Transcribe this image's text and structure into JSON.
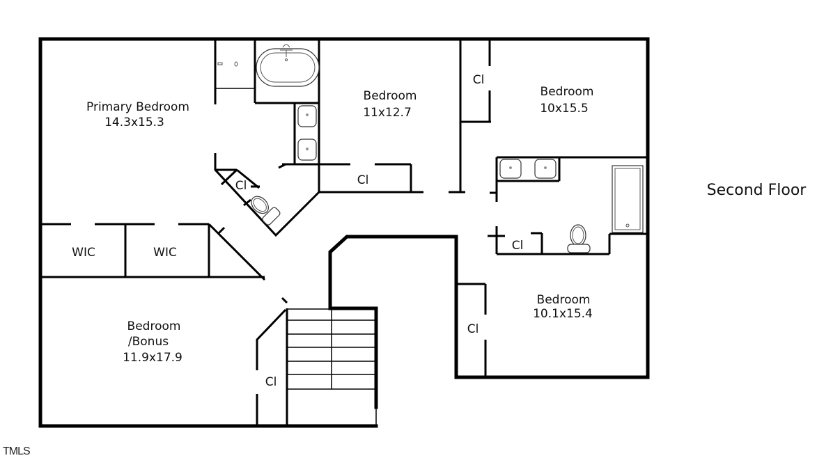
{
  "floor_title": "Second Floor",
  "watermark": "TMLS",
  "rooms": {
    "primary_bedroom": {
      "name": "Primary Bedroom",
      "dims": "14.3x15.3"
    },
    "bedroom_2": {
      "name": "Bedroom",
      "dims": "11x12.7"
    },
    "bedroom_3": {
      "name": "Bedroom",
      "dims": "10x15.5"
    },
    "bedroom_4": {
      "name": "Bedroom",
      "dims": "10.1x15.4"
    },
    "bonus": {
      "name": "Bedroom",
      "name2": "/Bonus",
      "dims": "11.9x17.9"
    }
  },
  "closets": {
    "wic_1": "WIC",
    "wic_2": "WIC",
    "primary_bath_closet": "Cl",
    "bedroom2_closet": "Cl",
    "bedroom3_closet": "Cl",
    "hall_bath_closet": "Cl",
    "bedroom4_closet": "Cl",
    "bonus_closet": "Cl"
  },
  "colors": {
    "wall": "#000000",
    "background": "#ffffff",
    "fixture": "#333333"
  }
}
